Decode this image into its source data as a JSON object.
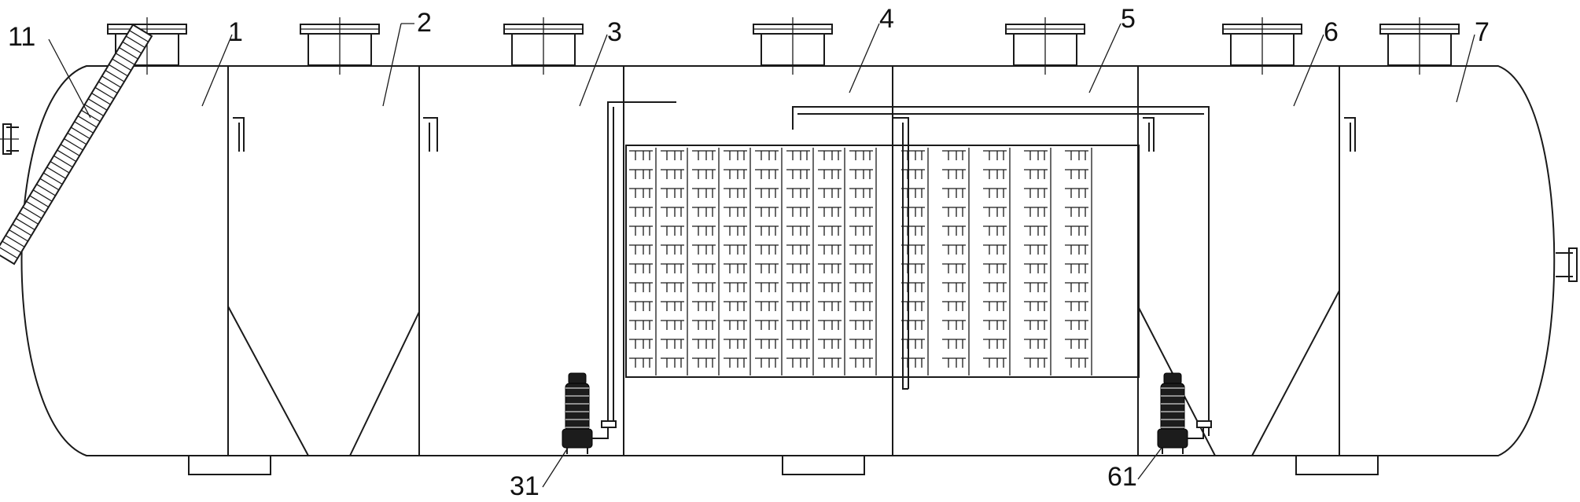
{
  "diagram": {
    "labels": [
      {
        "id": "11",
        "text": "11"
      },
      {
        "id": "1",
        "text": "1"
      },
      {
        "id": "2",
        "text": "2"
      },
      {
        "id": "3",
        "text": "3"
      },
      {
        "id": "4",
        "text": "4"
      },
      {
        "id": "5",
        "text": "5"
      },
      {
        "id": "6",
        "text": "6"
      },
      {
        "id": "7",
        "text": "7"
      },
      {
        "id": "31",
        "text": "31"
      },
      {
        "id": "61",
        "text": "61"
      }
    ],
    "colors": {
      "line": "#1a1a1a",
      "background": "#ffffff",
      "pump": "#1c1c1c"
    },
    "icons": [
      "flange-icon",
      "pump-icon",
      "screen-icon",
      "pipe-icon"
    ]
  }
}
